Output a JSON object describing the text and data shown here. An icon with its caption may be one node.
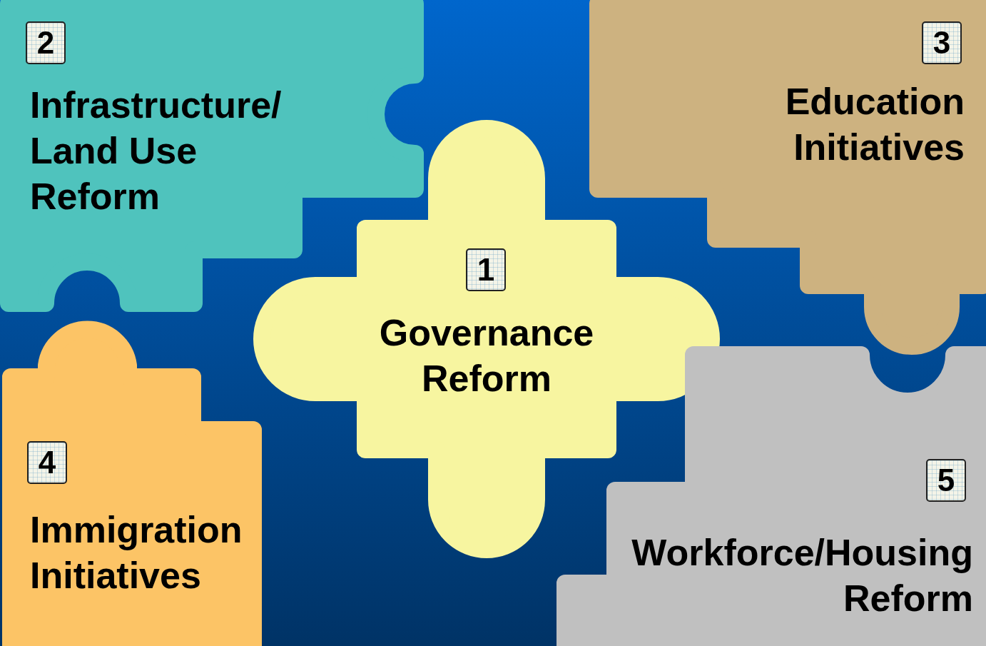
{
  "diagram": {
    "nodes": [
      {
        "text": [
          "Infrastructure/ Land Use Reform"
        ]
      },
      {
        "text": [
          "2"
        ],
        "in": 0
      },
      {
        "text": [
          "Education Initiatives"
        ]
      },
      {
        "text": [
          "3"
        ],
        "in": 2
      },
      {
        "text": [
          "Governance Reform"
        ]
      },
      {
        "text": [
          "1"
        ],
        "in": 4
      },
      {
        "text": [
          "Immigration Initiatives"
        ]
      },
      {
        "text": [
          "4"
        ],
        "in": 6
      },
      {
        "text": [
          "Workforce/Housing Reform"
        ]
      },
      {
        "text": [
          "5"
        ],
        "in": 8
      }
    ]
  }
}
